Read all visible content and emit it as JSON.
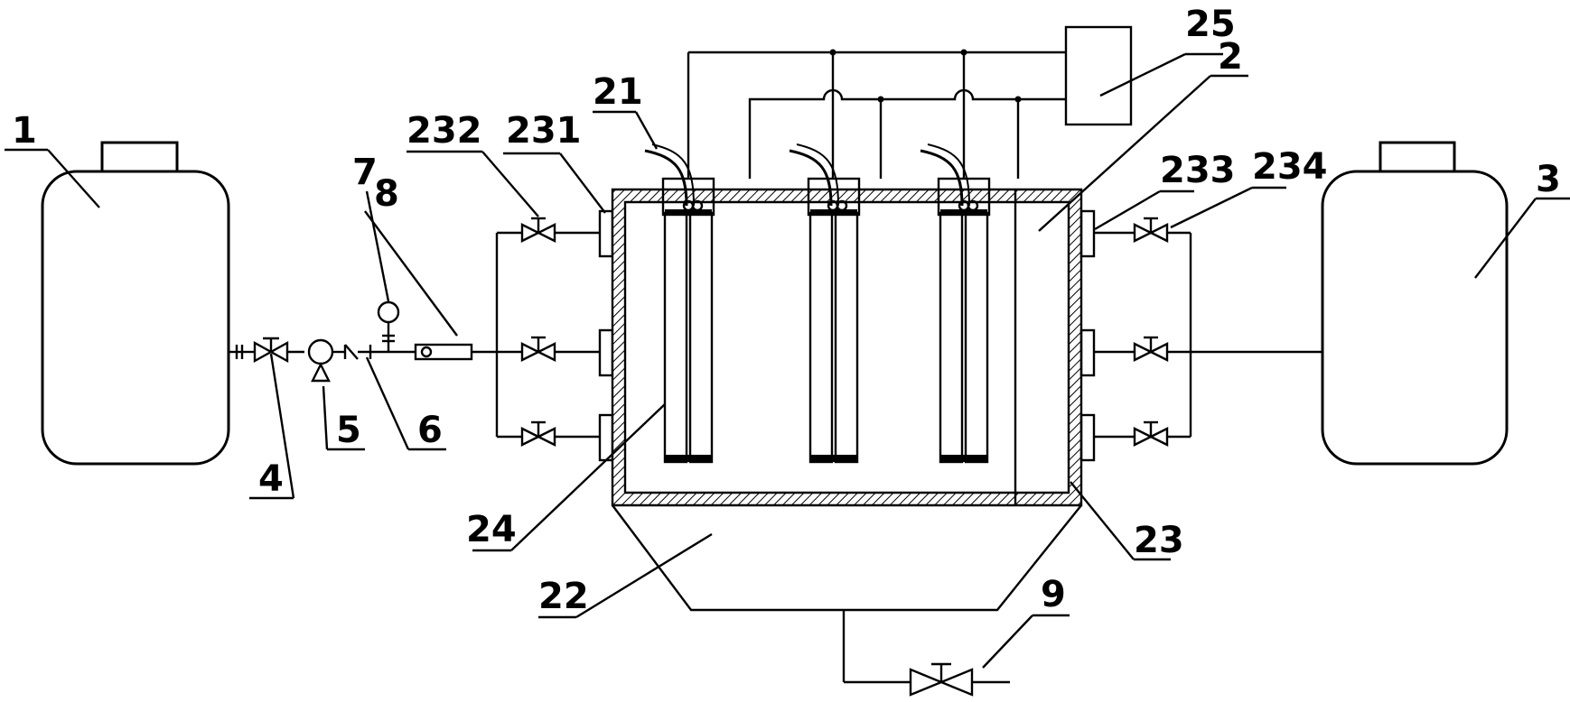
{
  "labels": {
    "l1": "1",
    "l2": "2",
    "l3": "3",
    "l4": "4",
    "l5": "5",
    "l6": "6",
    "l7": "7",
    "l8": "8",
    "l9": "9",
    "l21": "21",
    "l22": "22",
    "l23": "23",
    "l24": "24",
    "l25": "25",
    "l231": "231",
    "l232": "232",
    "l233": "233",
    "l234": "234"
  },
  "colors": {
    "line": "#000000",
    "background": "#ffffff"
  }
}
